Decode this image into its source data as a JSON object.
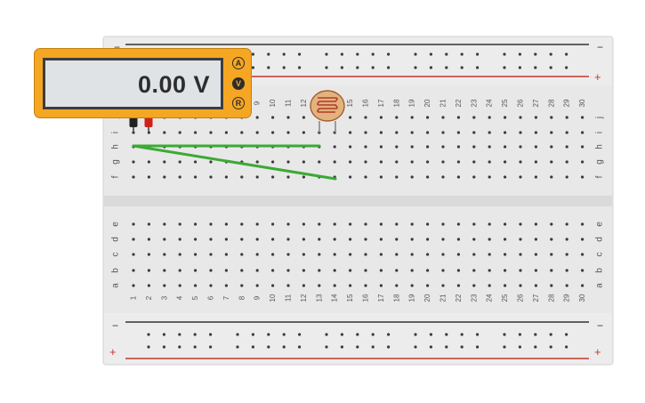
{
  "multimeter": {
    "reading": "0.00 V",
    "modes": [
      {
        "label": "A",
        "active": false
      },
      {
        "label": "V",
        "active": true
      },
      {
        "label": "R",
        "active": false
      }
    ]
  },
  "breadboard": {
    "columns": [
      "1",
      "2",
      "3",
      "4",
      "5",
      "6",
      "7",
      "8",
      "9",
      "10",
      "11",
      "12",
      "13",
      "14",
      "15",
      "16",
      "17",
      "18",
      "19",
      "20",
      "21",
      "22",
      "23",
      "24",
      "25",
      "26",
      "27",
      "28",
      "29",
      "30"
    ],
    "top_rows": [
      "j",
      "i",
      "h",
      "g",
      "f"
    ],
    "bottom_rows": [
      "e",
      "d",
      "c",
      "b",
      "a"
    ],
    "rail_minus": "−",
    "rail_plus": "+"
  },
  "colors": {
    "board": "#e8e8e8",
    "wire": "#3aaa35",
    "rail_red": "#c0392b",
    "rail_black": "#333333",
    "meter_body": "#f5a623",
    "photoresistor": "#e4b27d"
  }
}
